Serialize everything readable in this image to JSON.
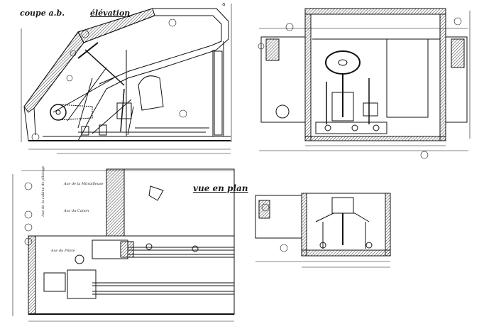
{
  "sheet": {
    "ink_color": "#111111",
    "paper_color": "#ffffff",
    "hatch_color": "#333333"
  },
  "views": {
    "section_label": "coupe a.b.",
    "elevation_label": "élévation",
    "plan_label": "vue en plan"
  },
  "notes": {
    "note_1": "Axe de la Mitrailleuse",
    "note_2": "Axe de la cabine de pilotage",
    "note_3": "Axe du Canon",
    "note_4": "Axe du Pilote",
    "marker_a": "a"
  }
}
